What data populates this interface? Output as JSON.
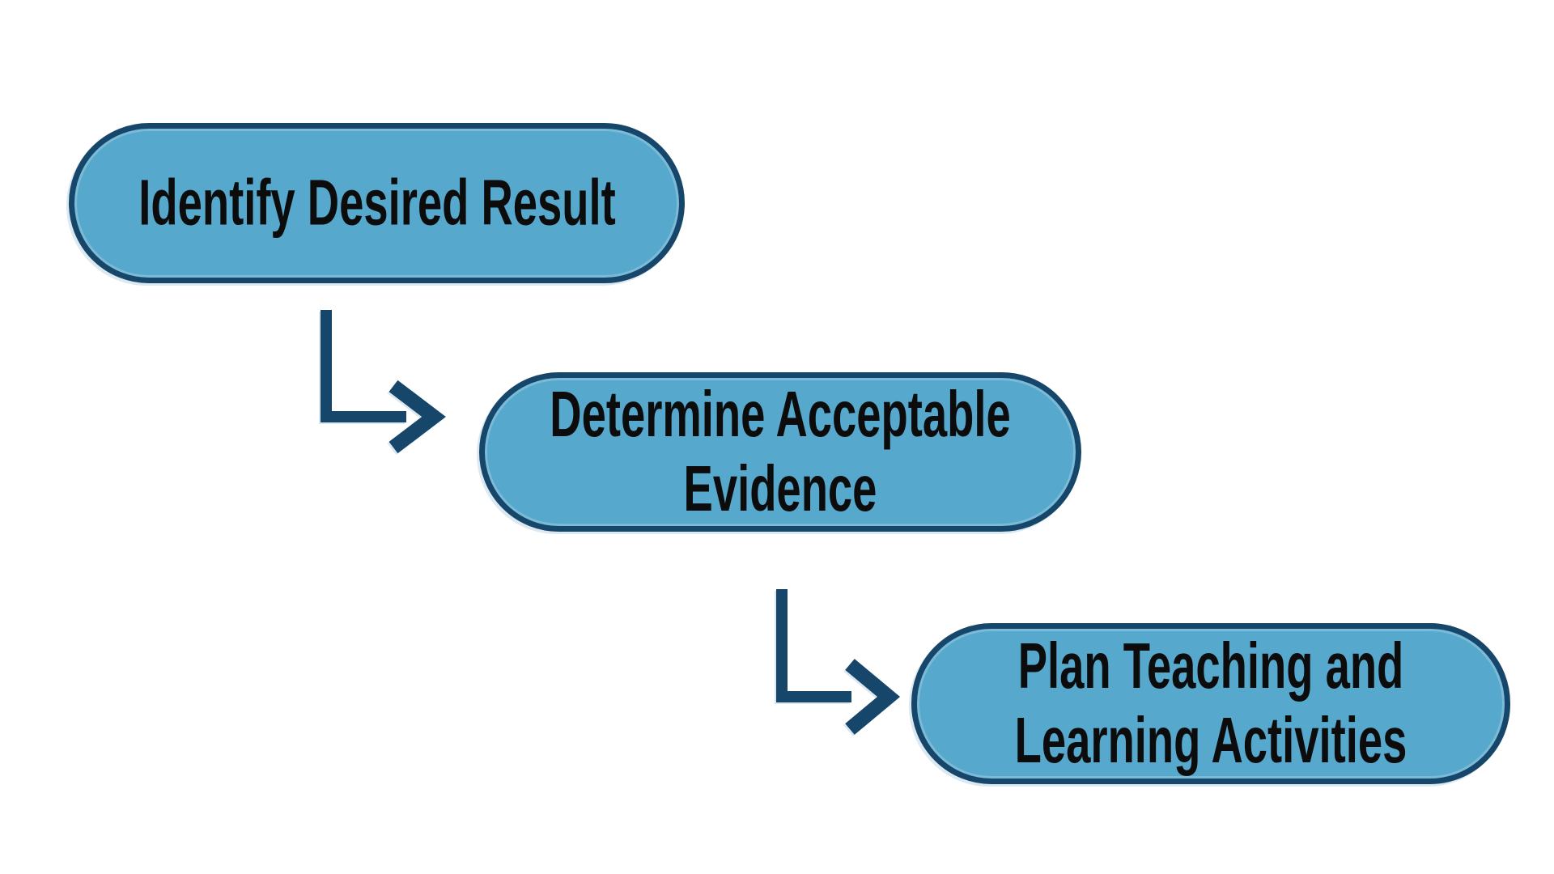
{
  "diagram": {
    "type": "stepped-flow",
    "steps": [
      {
        "id": "step-1",
        "label": "Identify Desired Result"
      },
      {
        "id": "step-2",
        "label": "Determine Acceptable\nEvidence"
      },
      {
        "id": "step-3",
        "label": "Plan Teaching and\nLearning Activities"
      }
    ],
    "connectors": [
      {
        "from": "step-1",
        "to": "step-2",
        "shape": "elbow-down-right-arrow"
      },
      {
        "from": "step-2",
        "to": "step-3",
        "shape": "elbow-down-right-arrow"
      }
    ],
    "colors": {
      "background": "#ffffff",
      "box_fill": "#57a8cd",
      "box_border": "#17466b",
      "arrow": "#17466b",
      "text": "#0c0c0c"
    }
  }
}
